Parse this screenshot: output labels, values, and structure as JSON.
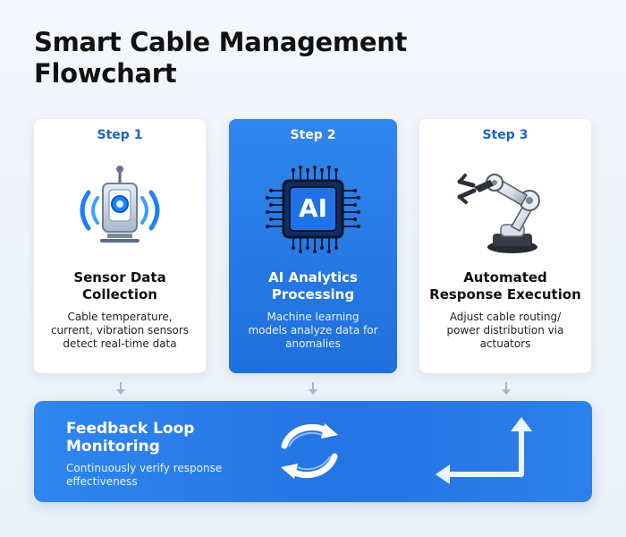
{
  "title": {
    "line1": "Smart Cable Management",
    "line2": "Flowchart"
  },
  "steps": [
    {
      "step": "Step 1",
      "title": [
        "Sensor Data",
        "Collection"
      ],
      "description": [
        "Cable temperature,",
        "current, vibration sensors",
        "detect real-time data"
      ],
      "icon": "sensor-icon"
    },
    {
      "step": "Step 2",
      "title": [
        "AI Analytics",
        "Processing"
      ],
      "description": [
        "Machine learning",
        "models analyze data for",
        "anomalies"
      ],
      "icon": "ai-chip-icon",
      "chip_text": "AI"
    },
    {
      "step": "Step 3",
      "title": [
        "Automated",
        "Response Execution"
      ],
      "description": [
        "Adjust cable routing/",
        "power distribution via",
        "actuators"
      ],
      "icon": "robotic-arm-icon"
    }
  ],
  "feedback": {
    "title": [
      "Feedback Loop",
      "Monitoring"
    ],
    "description": [
      "Continuously verify response",
      "effectiveness"
    ],
    "icon": "refresh-loop-icon"
  },
  "colors": {
    "primary_blue": "#2f86ee",
    "dark_blue": "#1f63c7",
    "card_white": "#ffffff",
    "text_dark": "#111111"
  }
}
